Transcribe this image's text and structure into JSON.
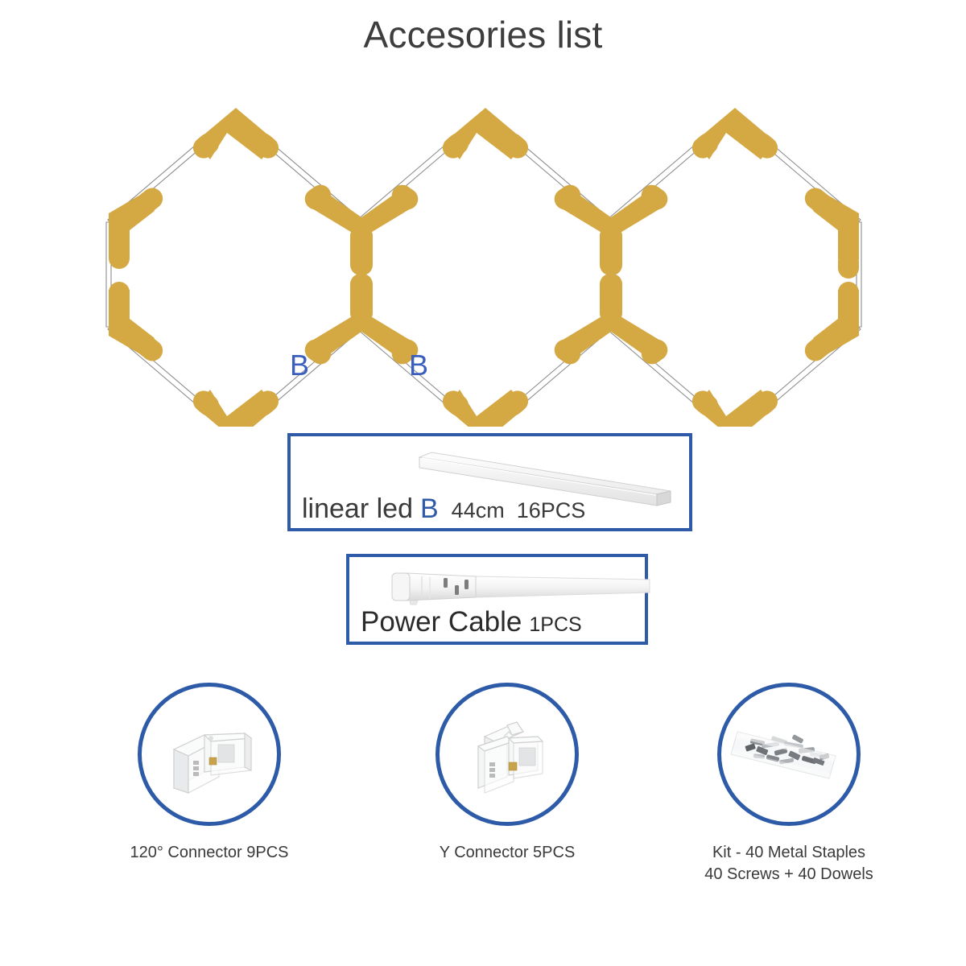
{
  "page": {
    "title": "Accesories list",
    "background": "#ffffff"
  },
  "colors": {
    "connector_gold": "#d4a843",
    "accent_blue": "#2f5aa8",
    "label_blue": "#3a5fbf",
    "text_dark": "#3a3a3a",
    "led_bar_white": "#ffffff",
    "led_bar_outline": "#9a9a9a"
  },
  "diagram": {
    "name": "hexagon-honeycomb-layout",
    "hexagon_count": 3,
    "segment_labels": [
      {
        "text": "B",
        "position": "bottom-left-of-middle-y-connector"
      },
      {
        "text": "B",
        "position": "bottom-right-of-middle-y-connector"
      }
    ]
  },
  "items": [
    {
      "id": "linear-led",
      "name": "linear led",
      "code": "B",
      "length": "44cm",
      "quantity": "16PCS",
      "art": "led-bar-3d"
    },
    {
      "id": "power-cable",
      "name": "Power Cable",
      "quantity": "1PCS",
      "art": "power-cable-photo"
    }
  ],
  "accessories": [
    {
      "id": "connector-120",
      "caption": "120° Connector 9PCS",
      "art": "corner-connector-icon"
    },
    {
      "id": "connector-y",
      "caption": "Y Connector 5PCS",
      "art": "y-connector-icon"
    },
    {
      "id": "mounting-kit",
      "caption": "Kit - 40 Metal Staples\n40 Screws + 40 Dowels",
      "art": "hardware-bag-icon"
    }
  ]
}
